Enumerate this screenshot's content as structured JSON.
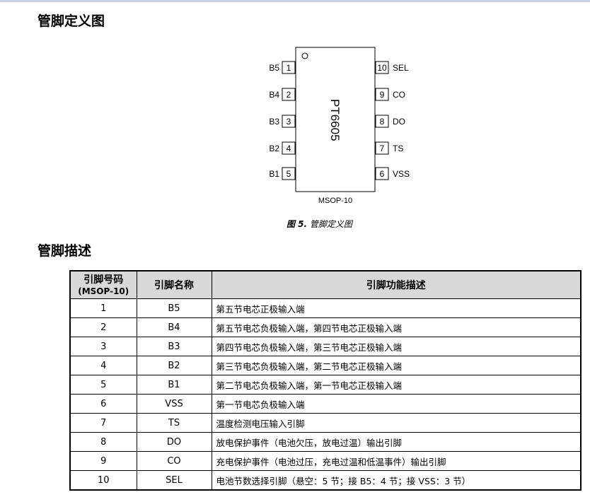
{
  "titles": {
    "pin_definition": "管脚定义图",
    "pin_description": "管脚描述"
  },
  "diagram": {
    "chip_name": "PT6605",
    "package": "MSOP-10",
    "left_pins": [
      {
        "name": "B5",
        "num": "1"
      },
      {
        "name": "B4",
        "num": "2"
      },
      {
        "name": "B3",
        "num": "3"
      },
      {
        "name": "B2",
        "num": "4"
      },
      {
        "name": "B1",
        "num": "5"
      }
    ],
    "right_pins": [
      {
        "name": "SEL",
        "num": "10"
      },
      {
        "name": "CO",
        "num": "9"
      },
      {
        "name": "DO",
        "num": "8"
      },
      {
        "name": "TS",
        "num": "7"
      },
      {
        "name": "VSS",
        "num": "6"
      }
    ]
  },
  "figure_caption": {
    "label": "图 5.",
    "text": "管脚定义图"
  },
  "table": {
    "headers": {
      "pin_number": "引脚号码",
      "pin_number_sub": "(MSOP-10)",
      "pin_name": "引脚名称",
      "pin_function": "引脚功能描述"
    },
    "rows": [
      {
        "num": "1",
        "name": "B5",
        "desc": "第五节电芯正极输入端"
      },
      {
        "num": "2",
        "name": "B4",
        "desc": "第五节电芯负极输入端，第四节电芯正极输入端"
      },
      {
        "num": "3",
        "name": "B3",
        "desc": "第四节电芯负极输入端，第三节电芯正极输入端"
      },
      {
        "num": "4",
        "name": "B2",
        "desc": "第三节电芯负极输入端，第二节电芯正极输入端"
      },
      {
        "num": "5",
        "name": "B1",
        "desc": "第二节电芯负极输入端，第一节电芯正极输入端"
      },
      {
        "num": "6",
        "name": "VSS",
        "desc": "第一节电芯负极输入端"
      },
      {
        "num": "7",
        "name": "TS",
        "desc": "温度检测电压输入引脚"
      },
      {
        "num": "8",
        "name": "DO",
        "desc": "放电保护事件（电池欠压，放电过温）输出引脚"
      },
      {
        "num": "9",
        "name": "CO",
        "desc": "充电保护事件（电池过压，充电过温和低温事件）输出引脚"
      },
      {
        "num": "10",
        "name": "SEL",
        "desc": "电池节数选择引脚（悬空：5 节；接 B5：4 节；接 VSS：3 节）"
      }
    ]
  }
}
